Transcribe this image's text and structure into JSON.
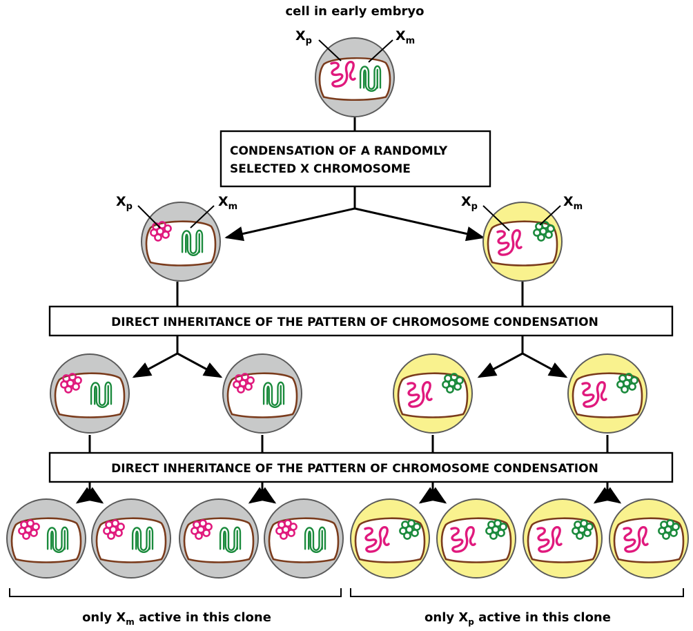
{
  "title": "cell in early embryo",
  "box1": {
    "line1": "CONDENSATION OF A RANDOMLY",
    "line2": "SELECTED X CHROMOSOME"
  },
  "box2": "DIRECT INHERITANCE OF THE PATTERN OF CHROMOSOME CONDENSATION",
  "box3": "DIRECT INHERITANCE OF THE PATTERN OF CHROMOSOME CONDENSATION",
  "labels": {
    "x": "X",
    "p": "p",
    "m": "m"
  },
  "caption_left": {
    "pre": "only X",
    "sub": "m",
    "post": " active in this clone"
  },
  "caption_right": {
    "pre": "only X",
    "sub": "p",
    "post": " active in this clone"
  },
  "colors": {
    "cell_gray": "#c8c9c9",
    "cell_yellow": "#f9f28e",
    "outline": "#5a5a5a",
    "nucleus": "#7a3b1c",
    "paternal": "#e0197d",
    "maternal": "#1a8a3c"
  }
}
